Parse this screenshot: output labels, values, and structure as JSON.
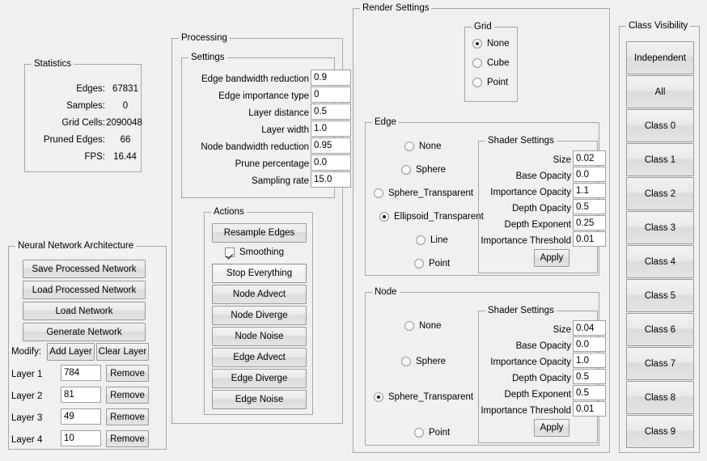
{
  "statistics": {
    "title": "Statistics",
    "rows": [
      {
        "label": "Edges:",
        "value": "67831"
      },
      {
        "label": "Samples:",
        "value": "0"
      },
      {
        "label": "Grid Cells:",
        "value": "2090048"
      },
      {
        "label": "Pruned Edges:",
        "value": "66"
      },
      {
        "label": "FPS:",
        "value": "16.44"
      }
    ]
  },
  "nn": {
    "title": "Neural Network Architecture",
    "buttons": [
      "Save Processed Network",
      "Load Processed Network",
      "Load Network",
      "Generate Network"
    ],
    "modify_label": "Modify:",
    "add_layer": "Add Layer",
    "clear_layer": "Clear Layer",
    "remove_label": "Remove",
    "layers": [
      {
        "label": "Layer 1",
        "value": "784"
      },
      {
        "label": "Layer 2",
        "value": "81"
      },
      {
        "label": "Layer 3",
        "value": "49"
      },
      {
        "label": "Layer 4",
        "value": "10"
      }
    ]
  },
  "processing": {
    "title": "Processing",
    "settings": {
      "title": "Settings",
      "rows": [
        {
          "label": "Edge bandwidth reduction",
          "value": "0.9"
        },
        {
          "label": "Edge importance type",
          "value": "0"
        },
        {
          "label": "Layer distance",
          "value": "0.5"
        },
        {
          "label": "Layer width",
          "value": "1.0"
        },
        {
          "label": "Node bandwidth reduction",
          "value": "0.95"
        },
        {
          "label": "Prune percentage",
          "value": "0.0"
        },
        {
          "label": "Sampling rate",
          "value": "15.0"
        }
      ]
    },
    "actions": {
      "title": "Actions",
      "resample": "Resample Edges",
      "smoothing_label": "Smoothing",
      "smoothing_checked": true,
      "buttons": [
        {
          "label": "Stop Everything",
          "hot": true
        },
        {
          "label": "Node Advect",
          "hot": false
        },
        {
          "label": "Node Diverge",
          "hot": false
        },
        {
          "label": "Node Noise",
          "hot": false
        },
        {
          "label": "Edge Advect",
          "hot": false
        },
        {
          "label": "Edge Diverge",
          "hot": false
        },
        {
          "label": "Edge Noise",
          "hot": false
        }
      ]
    }
  },
  "render": {
    "title": "Render Settings",
    "grid": {
      "title": "Grid",
      "options": [
        "None",
        "Cube",
        "Point"
      ],
      "selected": "None"
    },
    "edge": {
      "title": "Edge",
      "options": [
        "None",
        "Sphere",
        "Sphere_Transparent",
        "Ellipsoid_Transparent",
        "Line",
        "Point"
      ],
      "selected": "Ellipsoid_Transparent",
      "shader": {
        "title": "Shader Settings",
        "rows": [
          {
            "label": "Size",
            "value": "0.02"
          },
          {
            "label": "Base Opacity",
            "value": "0.0"
          },
          {
            "label": "Importance Opacity",
            "value": "1.1"
          },
          {
            "label": "Depth Opacity",
            "value": "0.5"
          },
          {
            "label": "Depth Exponent",
            "value": "0.25"
          },
          {
            "label": "Importance Threshold",
            "value": "0.01"
          }
        ],
        "apply": "Apply"
      }
    },
    "node": {
      "title": "Node",
      "options": [
        "None",
        "Sphere",
        "Sphere_Transparent",
        "Point"
      ],
      "selected": "Sphere_Transparent",
      "shader": {
        "title": "Shader Settings",
        "rows": [
          {
            "label": "Size",
            "value": "0.04"
          },
          {
            "label": "Base Opacity",
            "value": "0.0"
          },
          {
            "label": "Importance Opacity",
            "value": "1.0"
          },
          {
            "label": "Depth Opacity",
            "value": "0.5"
          },
          {
            "label": "Depth Exponent",
            "value": "0.5"
          },
          {
            "label": "Importance Threshold",
            "value": "0.01"
          }
        ],
        "apply": "Apply"
      }
    }
  },
  "class_visibility": {
    "title": "Class Visibility",
    "buttons": [
      "Independent",
      "All",
      "Class 0",
      "Class 1",
      "Class 2",
      "Class 3",
      "Class 4",
      "Class 5",
      "Class 6",
      "Class 7",
      "Class 8",
      "Class 9"
    ]
  },
  "colors": {
    "window_bg": "#f0f0f0",
    "frame_border": "#a6a6a6",
    "field_bg": "#ffffff"
  }
}
